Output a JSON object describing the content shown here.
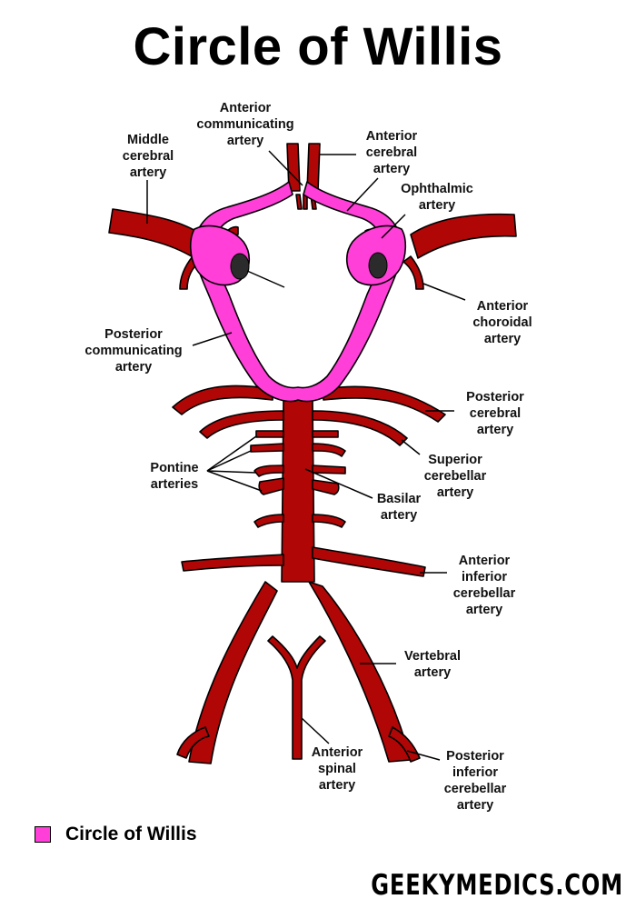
{
  "title": "Circle of Willis",
  "colors": {
    "artery": "#b10606",
    "circle": "#ff3fd8",
    "outline": "#000000"
  },
  "labels": {
    "acom": "Anterior\ncommunicating\nartery",
    "aca": "Anterior\ncerebral\nartery",
    "mca": "Middle\ncerebral\nartery",
    "ophthalmic": "Ophthalmic\nartery",
    "anterior_choroidal": "Anterior\nchoroidal\nartery",
    "pcom": "Posterior\ncommunicating\nartery",
    "pca": "Posterior\ncerebral\nartery",
    "pontine": "Pontine\narteries",
    "sca": "Superior\ncerebellar\nartery",
    "basilar": "Basilar\nartery",
    "aica": "Anterior\ninferior\ncerebellar\nartery",
    "vertebral": "Vertebral\nartery",
    "anterior_spinal": "Anterior\nspinal\nartery",
    "pica": "Posterior\ninferior\ncerebellar\nartery"
  },
  "legend": {
    "label": "Circle of Willis",
    "swatch_color": "#ff3fd8"
  },
  "brand": "GEEKYMEDICS.COM"
}
